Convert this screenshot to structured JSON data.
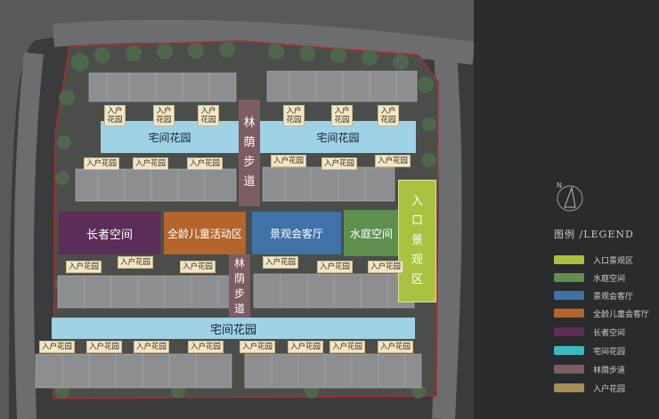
{
  "zones": {
    "garden_top_left": "宅间花园",
    "garden_top_right": "宅间花园",
    "garden_bottom": "宅间花园",
    "walkway_top": [
      "林",
      "荫",
      "步",
      "道"
    ],
    "walkway_bottom": [
      "林",
      "荫",
      "步",
      "道"
    ],
    "elder_space": "长者空间",
    "children_area": "全龄儿童活动区",
    "lounge": "景观会客厅",
    "water_court": "水庭空间",
    "entrance_zone": [
      "入",
      "口",
      "景",
      "观",
      "区"
    ]
  },
  "entry_tag_one_line": "入户花园",
  "entry_tag_two_line": [
    "入户",
    "花园"
  ],
  "legend": {
    "title": "图例 /LEGEND",
    "items": [
      {
        "label": "入口景观区",
        "color": "#a9c23f"
      },
      {
        "label": "水庭空间",
        "color": "#5f8f4e"
      },
      {
        "label": "景观会客厅",
        "color": "#3f73a8"
      },
      {
        "label": "全龄儿童会客厅",
        "color": "#b4652c"
      },
      {
        "label": "长者空间",
        "color": "#5d2d57"
      },
      {
        "label": "宅间花园",
        "color": "#39b9c0"
      },
      {
        "label": "林荫步道",
        "color": "#7d5c62"
      },
      {
        "label": "入户花园",
        "color": "#a68e55"
      }
    ]
  },
  "colors": {
    "garden": "#9fd2e4",
    "walkway": "#7d5c62",
    "elder": "#5d2d57",
    "children": "#b4652c",
    "lounge": "#3f73a8",
    "water": "#5f8f4e",
    "entrance": "#a9c23f"
  }
}
